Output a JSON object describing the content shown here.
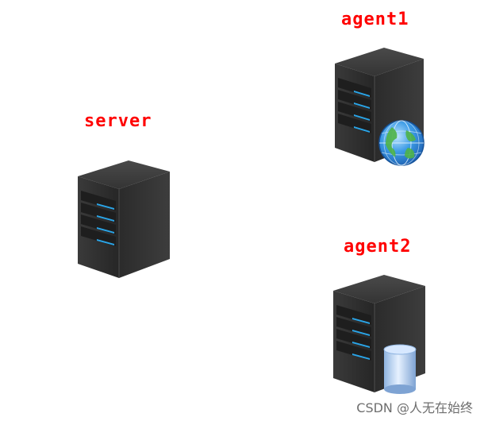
{
  "nodes": {
    "server": {
      "label": "server"
    },
    "agent1": {
      "label": "agent1",
      "badge_icon": "globe-icon"
    },
    "agent2": {
      "label": "agent2",
      "badge_icon": "database-icon"
    }
  },
  "watermark": {
    "text": "CSDN @人无在始终"
  },
  "colors": {
    "label": "#ff0000",
    "server_body": "#2f2f2f",
    "server_side": "#1c1c1c",
    "bay_light": "#2aa5e8"
  }
}
